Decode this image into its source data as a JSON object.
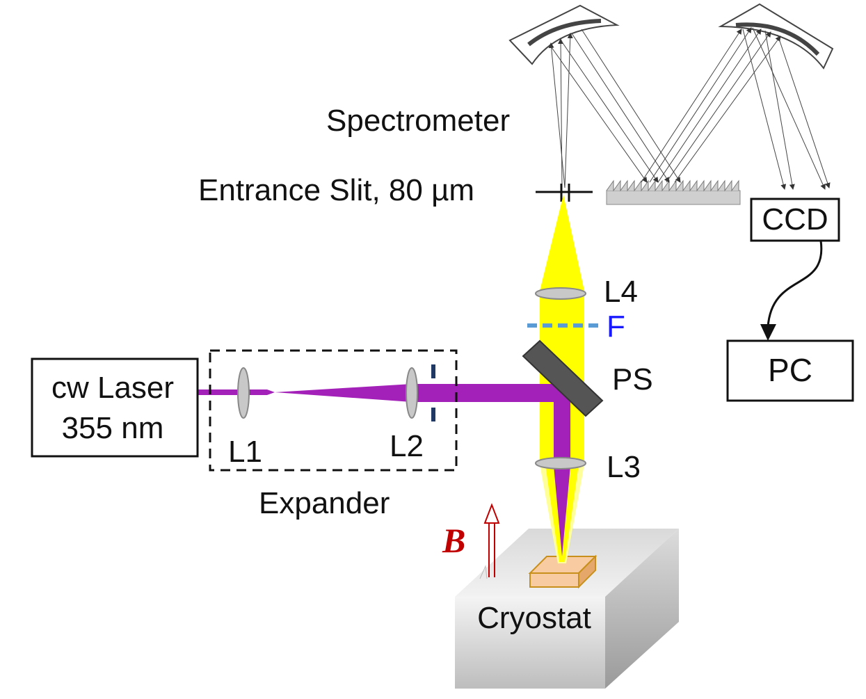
{
  "labels": {
    "spectrometer": "Spectrometer",
    "entrance_slit": "Entrance Slit, 80 µm",
    "ccd": "CCD",
    "pc": "PC",
    "laser_line1": "cw Laser",
    "laser_line2": "355 nm",
    "expander": "Expander",
    "lens_l1": "L1",
    "lens_l2": "L2",
    "lens_l3": "L3",
    "lens_l4": "L4",
    "filter": "F",
    "beamsplitter": "PS",
    "magnetic_field": "B",
    "cryostat": "Cryostat"
  },
  "colors": {
    "laser_beam": "#a321b8",
    "luminescence_beam": "#ffff00",
    "filter": "#5b9bd5",
    "filter_label": "#1a1aff",
    "magnetic_field": "#c00000",
    "sample": "#f8cba0",
    "sample_edge": "#c8901a",
    "lens_fill": "#c8c8c8",
    "splitter": "#555555"
  }
}
